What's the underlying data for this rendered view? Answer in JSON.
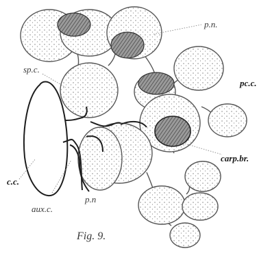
{
  "figure": {
    "caption": "Fig. 9.",
    "labels": {
      "pn_top": "p.n.",
      "pn_bottom": "p.n",
      "spc": "sp.c.",
      "pcc": "pc.c.",
      "carp": "carp.br.",
      "cc": "c.c.",
      "auxc": "aux.c."
    }
  }
}
